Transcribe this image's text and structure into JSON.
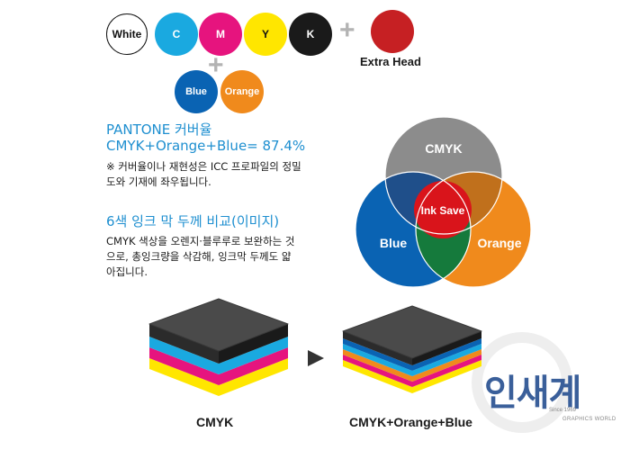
{
  "inks": {
    "white": {
      "label": "White",
      "color": "#ffffff"
    },
    "c": {
      "label": "C",
      "color": "#1aa9e0"
    },
    "m": {
      "label": "M",
      "color": "#e6147e"
    },
    "y": {
      "label": "Y",
      "color": "#ffe600"
    },
    "k": {
      "label": "K",
      "color": "#1a1a1a"
    },
    "extra": {
      "label": "",
      "color": "#c62023"
    },
    "blue": {
      "label": "Blue",
      "color": "#0a63b3"
    },
    "orange": {
      "label": "Orange",
      "color": "#f08a1c"
    }
  },
  "extra_head_label": "Extra Head",
  "pantone": {
    "line1": "PANTONE 커버율",
    "line2": "CMYK+Orange+Blue= 87.4%",
    "note1": "※ 커버율이나 재현성은 ICC 프로파일의 정밀",
    "note2": "도와 기재에 좌우됩니다."
  },
  "ink_film": {
    "title": "6색 잉크 막 두께 비교(이미지)",
    "body1": "CMYK 색상을 오렌지·블루루로 보완하는 것",
    "body2": "으로, 총잉크량을 삭감해, 잉크막 두께도 얇",
    "body3": "아집니다."
  },
  "venn": {
    "cmyk_label": "CMYK",
    "blue_label": "Blue",
    "orange_label": "Orange",
    "center_label": "Ink Save",
    "colors": {
      "cmyk": "#8c8c8c",
      "blue": "#0a63b3",
      "orange": "#f08a1c",
      "center": "#d9141b"
    }
  },
  "stacks": {
    "left_caption": "CMYK",
    "right_caption": "CMYK+Orange+Blue"
  },
  "logo": {
    "name": "인새계",
    "since": "Since 1969",
    "sub": "GRAPHICS WORLD"
  }
}
